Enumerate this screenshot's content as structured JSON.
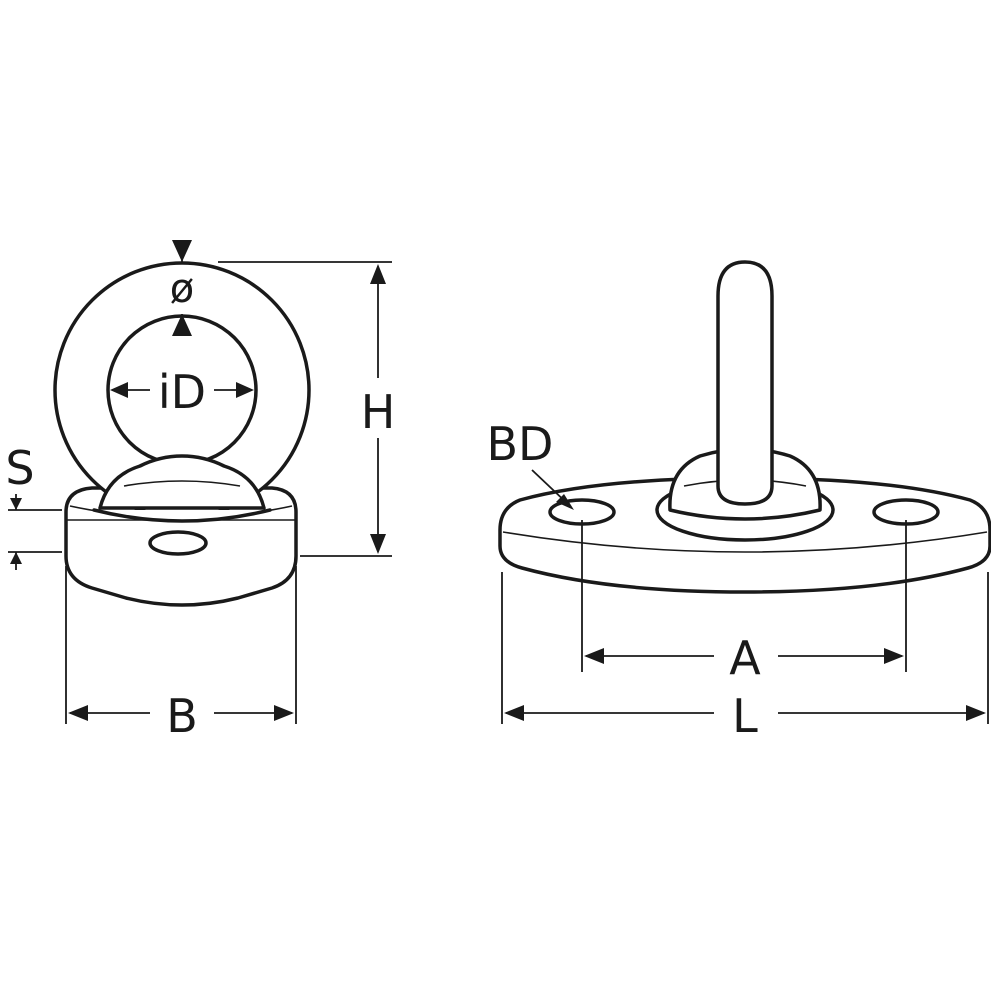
{
  "labels": {
    "wire_diameter": "ø",
    "inner_diameter": "iD",
    "height": "H",
    "base_thickness": "S",
    "base_width": "B",
    "bolt_hole_diameter": "BD",
    "hole_spacing": "A",
    "length": "L"
  },
  "colors": {
    "line": "#1a1a1a",
    "background": "#ffffff"
  }
}
